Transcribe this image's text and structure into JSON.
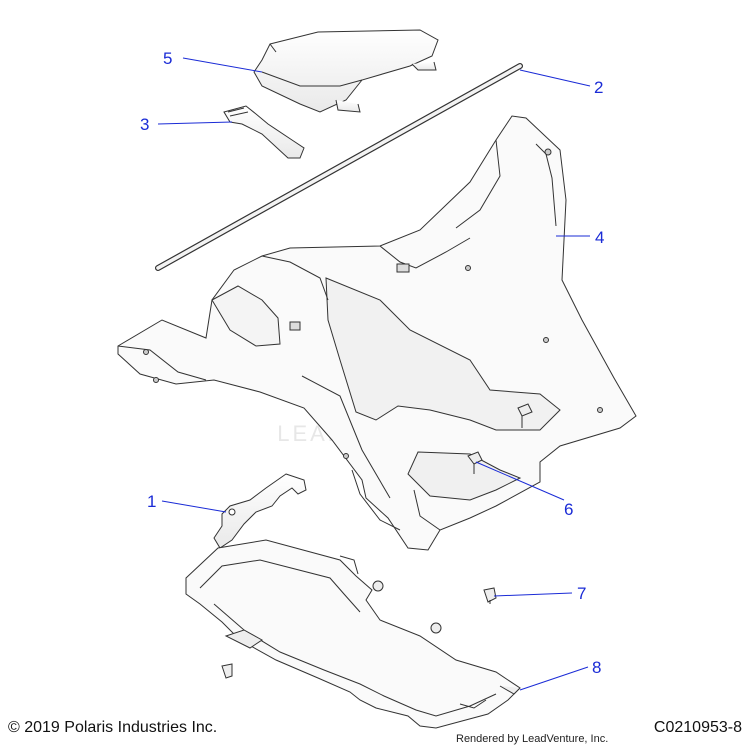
{
  "diagram": {
    "callouts": [
      {
        "id": "1",
        "label": "1"
      },
      {
        "id": "2",
        "label": "2"
      },
      {
        "id": "3",
        "label": "3"
      },
      {
        "id": "4",
        "label": "4"
      },
      {
        "id": "5",
        "label": "5"
      },
      {
        "id": "6",
        "label": "6"
      },
      {
        "id": "7",
        "label": "7"
      },
      {
        "id": "8",
        "label": "8"
      }
    ],
    "watermark_text": "LEADVENTURE",
    "colors": {
      "callout": "#1a2bd6",
      "line_art": "#333333",
      "part_fill": "#fbfbfb",
      "shadow": "#dcdcdc"
    }
  },
  "footer": {
    "copyright": "© 2019 Polaris Industries Inc.",
    "rendered_by": "Rendered by LeadVenture, Inc.",
    "drawing_id": "C0210953-8"
  }
}
